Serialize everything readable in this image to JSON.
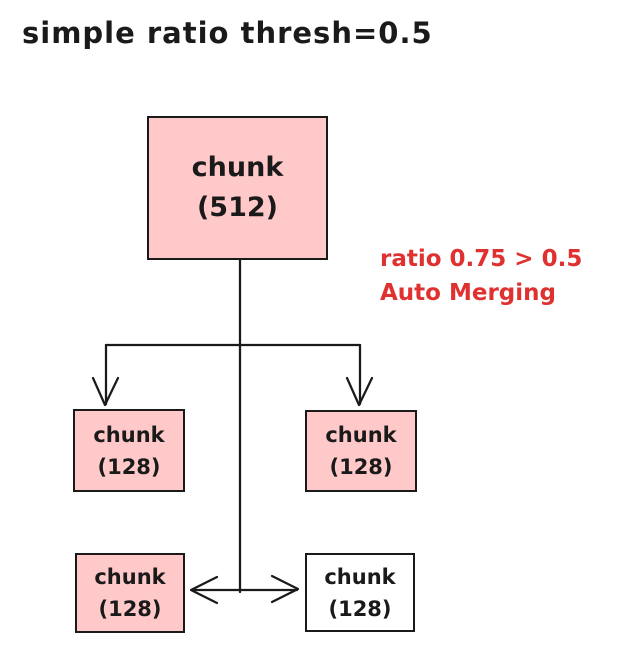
{
  "title": "simple ratio thresh=0.5",
  "annotation": {
    "line1": "ratio 0.75 > 0.5",
    "line2": "Auto Merging"
  },
  "nodes": {
    "root": {
      "label": "chunk",
      "size": "(512)",
      "fill": "#ffc9c9"
    },
    "child_left": {
      "label": "chunk",
      "size": "(128)",
      "fill": "#ffc9c9"
    },
    "child_right": {
      "label": "chunk",
      "size": "(128)",
      "fill": "#ffc9c9"
    },
    "merged_left": {
      "label": "chunk",
      "size": "(128)",
      "fill": "#ffc9c9"
    },
    "merged_right": {
      "label": "chunk",
      "size": "(128)",
      "fill": "#ffffff"
    }
  },
  "colors": {
    "background": "#ffffff",
    "stroke": "#1a1a1a",
    "node_fill_pink": "#ffc9c9",
    "node_fill_white": "#ffffff",
    "annotation_red": "#e03131"
  }
}
